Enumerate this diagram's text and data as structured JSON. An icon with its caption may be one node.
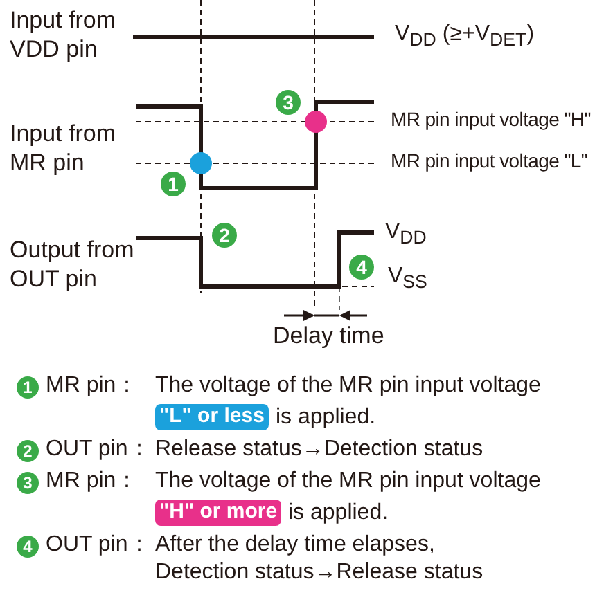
{
  "diagram": {
    "labels": [
      "Input from VDD pin",
      "V$_{DD}$ (≥+V$_{DET}$)",
      "3",
      "Input from MR pin",
      "MR pin input voltage \"H\"",
      "MR pin input voltage \"L\"",
      "1",
      "2",
      "Output from OUT pin",
      "V$_{DD}$",
      "4",
      "V$_{SS}$",
      "Delay time",
      "1",
      "MR pin：",
      "The voltage of the MR pin input voltage",
      "\"L\" or less",
      "is applied.",
      "2",
      "OUT pin：",
      "Release status→Detection status",
      "3",
      "MR pin：",
      "The voltage of the MR pin input voltage",
      "\"H\" or more",
      "is applied.",
      "4",
      "OUT pin：",
      "After the delay time elapses, Detection status→Release status"
    ]
  }
}
